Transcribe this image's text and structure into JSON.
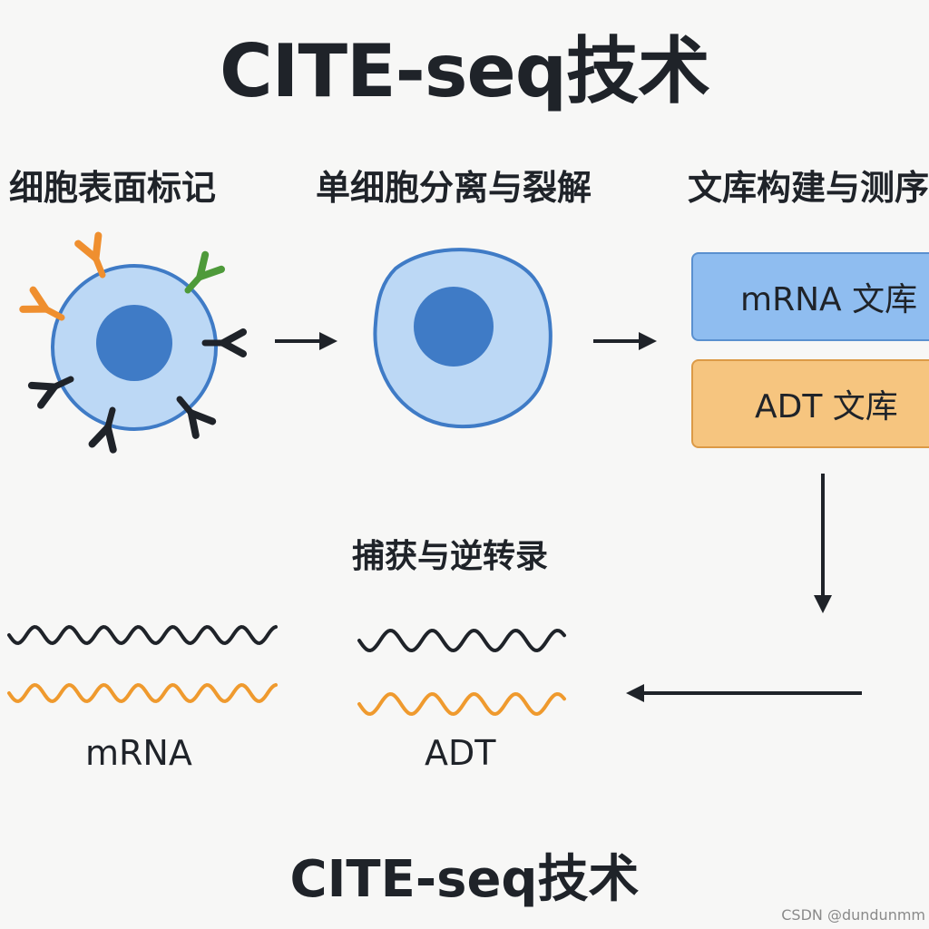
{
  "title": "CITE-seq技术",
  "steps": {
    "labeling": "细胞表面标记",
    "isolation": "单细胞分离与裂解",
    "library": "文库构建与测序"
  },
  "libraries": {
    "mrna": "mRNA 文库",
    "adt": "ADT 文库"
  },
  "capture": {
    "label": "捕获与逆转录",
    "mrna_label": "mRNA",
    "adt_label": "ADT"
  },
  "footer_title": "CITE-seq技术",
  "watermark": "CSDN @dundunmm",
  "colors": {
    "cell_fill": "#bcd8f5",
    "cell_border": "#3f7bc6",
    "nucleus": "#3f7bc6",
    "antibody_orange": "#ef8f2f",
    "antibody_green": "#4e9a3a",
    "antibody_dark": "#1f2329",
    "wave_dark": "#1f2329",
    "wave_orange": "#ef9a2e"
  }
}
